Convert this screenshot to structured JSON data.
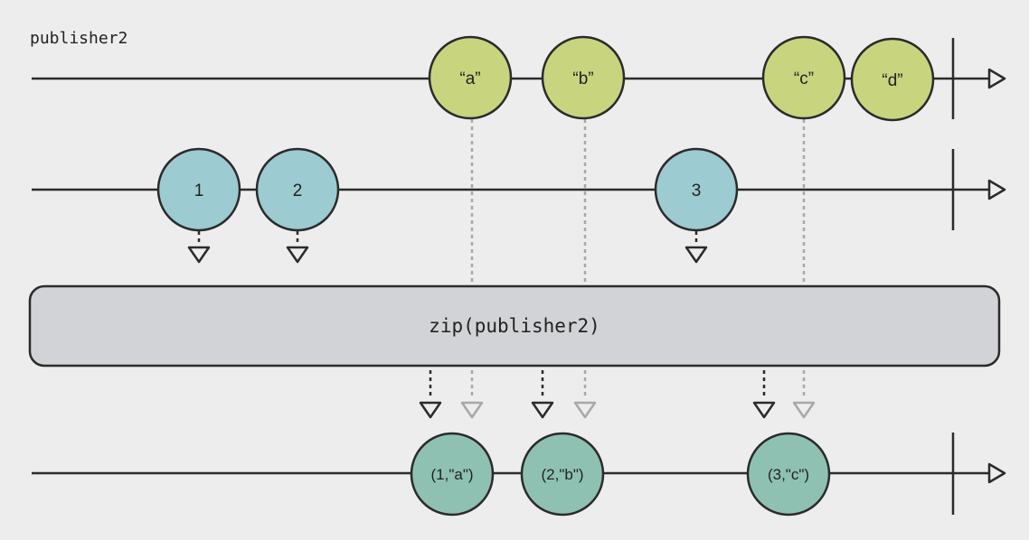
{
  "colors": {
    "background": "#ededed",
    "line": "#2b2b2b",
    "dotted_gray": "#a8a8a8",
    "publisher2_marble": "#c9d47e",
    "upstream_marble": "#9ccbd1",
    "output_marble": "#8fc1b3",
    "operator_box": "#d2d3d6"
  },
  "diagram": {
    "publisher2_label": "publisher2",
    "operator_label": "zip(publisher2)",
    "publisher2_values": [
      "“a”",
      "“b”",
      "“c”",
      "“d”"
    ],
    "upstream_values": [
      "1",
      "2",
      "3"
    ],
    "output_values": [
      "(1,\"a\")",
      "(2,\"b\")",
      "(3,\"c\")"
    ]
  }
}
